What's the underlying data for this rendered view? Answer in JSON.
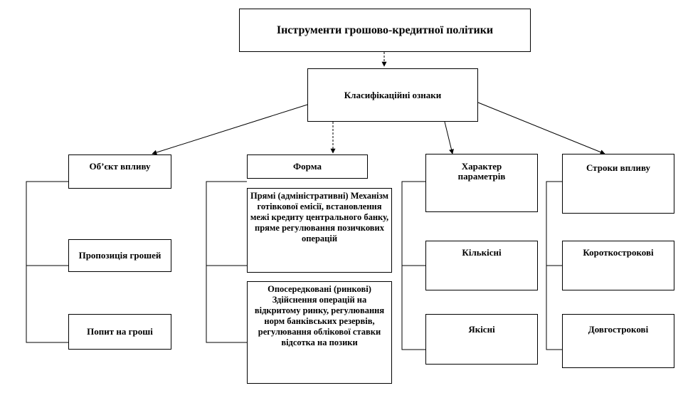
{
  "title": "Інструменти грошово-кредитної політики",
  "classification": "Класифікаційні ознаки",
  "categories": {
    "object": {
      "label": "Об’єкт впливу",
      "items": [
        "Пропозиція грошей",
        "Попит на гроші"
      ]
    },
    "form": {
      "label": "Форма",
      "items": [
        "Прямі (адміністративні) Механізм готівкової емісії, встановлення межі кредиту центрального банку, пряме регулювання позичкових операцій",
        "Опосередковані (ринкові) Здійснення операцій на відкритому ринку, регулювання норм банківських резервів, регулювання облікової ставки відсотка на позики"
      ]
    },
    "character": {
      "label": "Характер параметрів",
      "items": [
        "Кількісні",
        "Якісні"
      ]
    },
    "term": {
      "label": "Строки впливу",
      "items": [
        "Короткострокові",
        "Довгострокові"
      ]
    }
  }
}
